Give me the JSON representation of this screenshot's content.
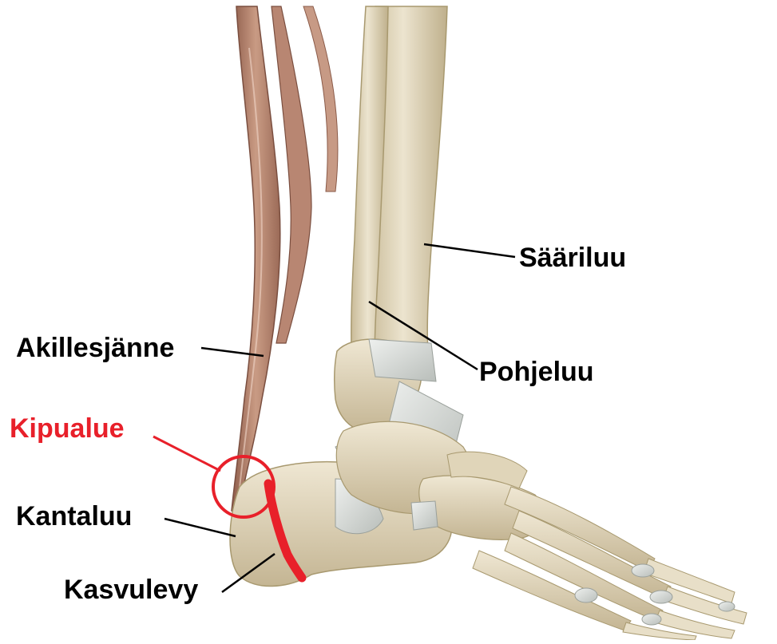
{
  "labels": {
    "saariluu": "Sääriluu",
    "pohjeluu": "Pohjeluu",
    "akillesjanne": "Akillesjänne",
    "kipualue": "Kipualue",
    "kantaluu": "Kantaluu",
    "kasvulevy": "Kasvulevy"
  },
  "colors": {
    "label_text": "#000000",
    "pain_highlight": "#e8202a",
    "leader_line": "#000000",
    "bone": "#e6dcc3",
    "bone_shadow": "#c9bb98",
    "ligament": "#d8dcd8",
    "tendon": "#b58a74",
    "muscle": "#a06a58"
  }
}
